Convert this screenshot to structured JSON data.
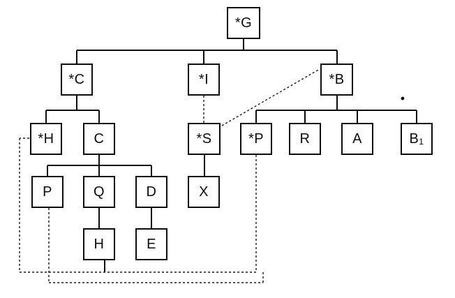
{
  "figure": {
    "type": "tree-diagram",
    "description": "Scanned tree diagram of labeled boxes connected by solid hierarchy lines and dotted link lines"
  },
  "labels": {
    "star_g": "*G",
    "star_c": "*C",
    "star_i": "*I",
    "star_b": "*B",
    "star_h": "*H",
    "c": "C",
    "star_s": "*S",
    "star_p": "*P",
    "r": "R",
    "a": "A",
    "b1": "B₁",
    "p": "P",
    "q": "Q",
    "d": "D",
    "x": "X",
    "h": "H",
    "e": "E"
  },
  "marks": {
    "dot": "•"
  },
  "edges_solid": [
    [
      "*G",
      "*C"
    ],
    [
      "*G",
      "*I"
    ],
    [
      "*G",
      "*B"
    ],
    [
      "*C",
      "*H"
    ],
    [
      "*C",
      "C"
    ],
    [
      "C",
      "P"
    ],
    [
      "C",
      "Q"
    ],
    [
      "C",
      "D"
    ],
    [
      "Q",
      "H"
    ],
    [
      "D",
      "E"
    ],
    [
      "*S",
      "X"
    ],
    [
      "*B",
      "*P"
    ],
    [
      "*B",
      "R"
    ],
    [
      "*B",
      "A"
    ],
    [
      "*B",
      "B₁"
    ]
  ],
  "edges_dotted": [
    [
      "*I",
      "*S"
    ],
    [
      "*B",
      "*S"
    ],
    [
      "*H",
      "H"
    ],
    [
      "*P",
      "P"
    ]
  ],
  "colors": {
    "ink": "#0d0d0d",
    "background": "#ffffff"
  }
}
